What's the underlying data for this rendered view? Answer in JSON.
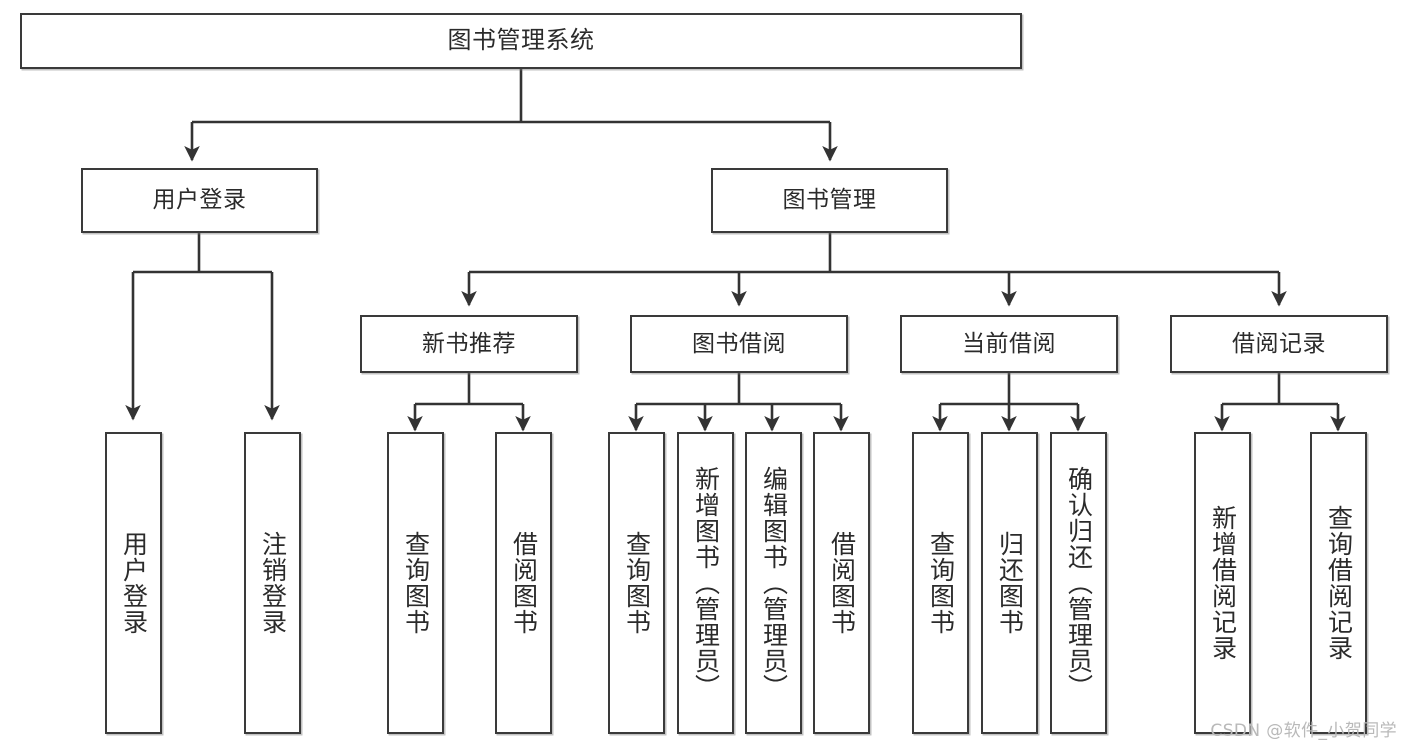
{
  "diagram": {
    "kind": "function-tree",
    "watermark": "CSDN @软件_小贺同学",
    "colors": {
      "box_border": "#3a3a3a",
      "box_fill": "#ffffff",
      "connector": "#333333",
      "text": "#2b2b2b",
      "watermark": "#b9b9b9"
    },
    "levels": {
      "root": {
        "label": "图书管理系统"
      },
      "level2": [
        {
          "id": "user-login",
          "label": "用户登录"
        },
        {
          "id": "book-manage",
          "label": "图书管理"
        }
      ],
      "level3": [
        {
          "id": "new-book-rec",
          "label": "新书推荐",
          "parent": "book-manage"
        },
        {
          "id": "book-borrow",
          "label": "图书借阅",
          "parent": "book-manage"
        },
        {
          "id": "current-borrow",
          "label": "当前借阅",
          "parent": "book-manage"
        },
        {
          "id": "borrow-record",
          "label": "借阅记录",
          "parent": "book-manage"
        }
      ],
      "leaves": [
        {
          "id": "leaf-user-login",
          "label": "用户登录",
          "parent": "user-login"
        },
        {
          "id": "leaf-user-logout",
          "label": "注销登录",
          "parent": "user-login"
        },
        {
          "id": "leaf-query-book-1",
          "label": "查询图书",
          "parent": "new-book-rec"
        },
        {
          "id": "leaf-borrow-book-1",
          "label": "借阅图书",
          "parent": "new-book-rec"
        },
        {
          "id": "leaf-query-book-2",
          "label": "查询图书",
          "parent": "book-borrow"
        },
        {
          "id": "leaf-add-book",
          "label": "新增图书（管理员）",
          "parent": "book-borrow"
        },
        {
          "id": "leaf-edit-book",
          "label": "编辑图书（管理员）",
          "parent": "book-borrow"
        },
        {
          "id": "leaf-borrow-book-2",
          "label": "借阅图书",
          "parent": "book-borrow"
        },
        {
          "id": "leaf-query-book-3",
          "label": "查询图书",
          "parent": "current-borrow"
        },
        {
          "id": "leaf-return-book",
          "label": "归还图书",
          "parent": "current-borrow"
        },
        {
          "id": "leaf-confirm-return",
          "label": "确认归还（管理员）",
          "parent": "current-borrow"
        },
        {
          "id": "leaf-add-record",
          "label": "新增借阅记录",
          "parent": "borrow-record"
        },
        {
          "id": "leaf-query-record",
          "label": "查询借阅记录",
          "parent": "borrow-record"
        }
      ]
    }
  }
}
